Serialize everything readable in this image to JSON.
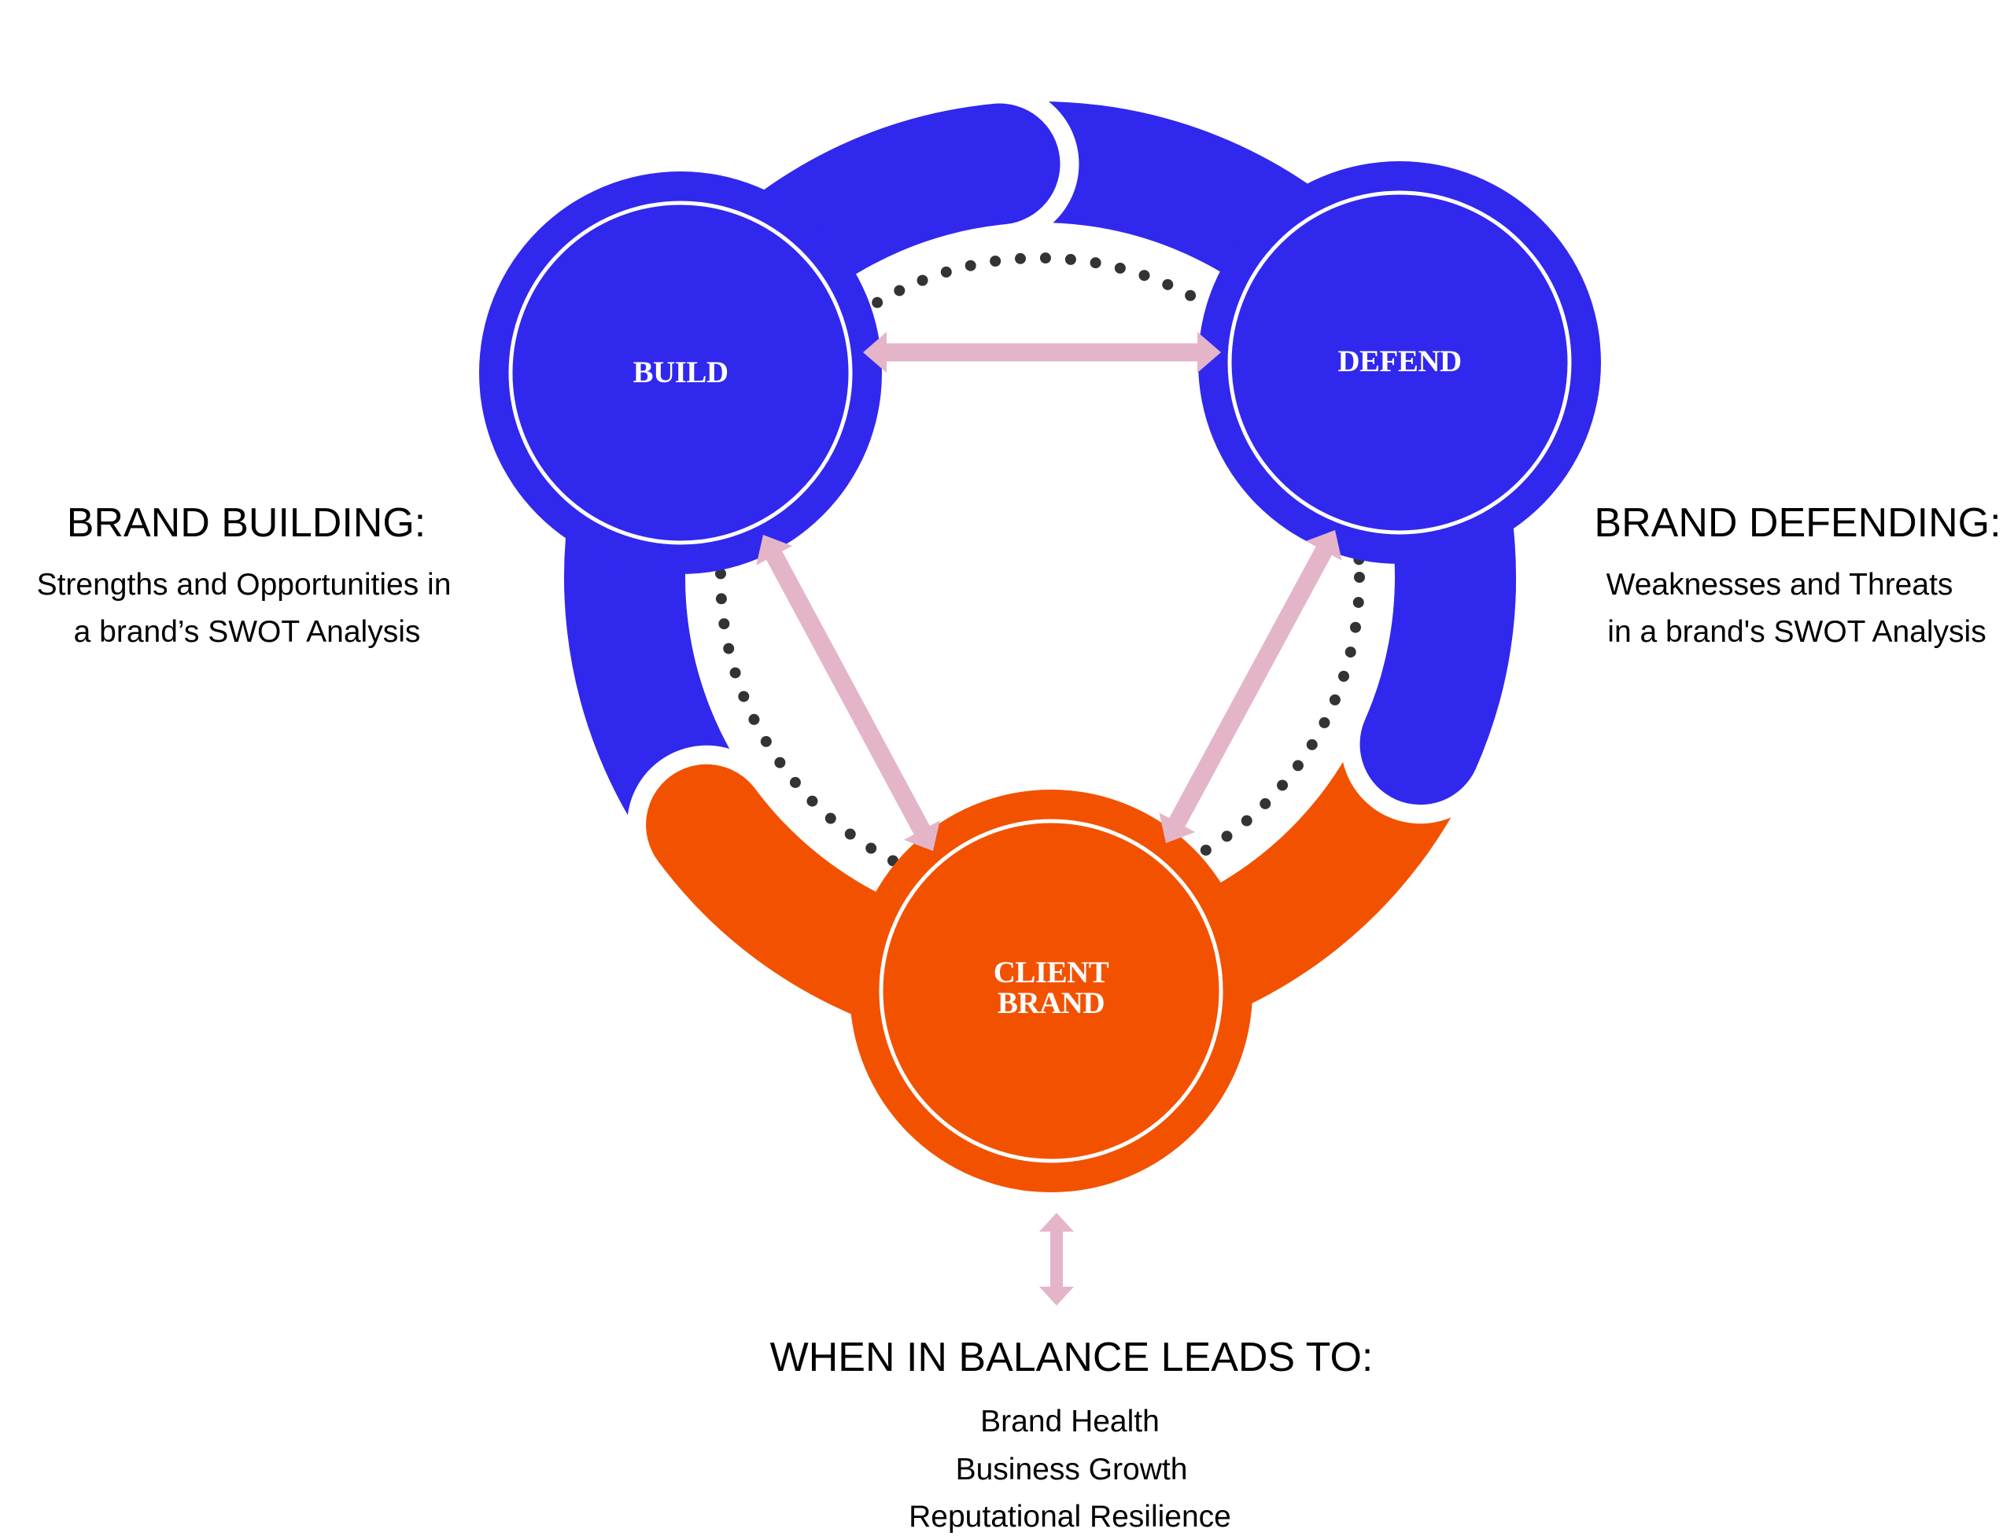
{
  "colors": {
    "build_blue": "#3128EE",
    "client_orange": "#F25200",
    "arrow_pink": "#E4B5C9",
    "dots": "#333333",
    "ring_white": "#FFFFFF",
    "text": "#000000"
  },
  "nodes": {
    "build": {
      "label": "BUILD"
    },
    "defend": {
      "label": "DEFEND"
    },
    "client": {
      "label_lines": [
        "CLIENT",
        "BRAND"
      ]
    }
  },
  "brand_building": {
    "heading": "BRAND BUILDING:",
    "lines": [
      "Strengths and Opportunities in",
      "a brand’s SWOT Analysis"
    ]
  },
  "brand_defending": {
    "heading": "BRAND DEFENDING:",
    "lines": [
      "Weaknesses and Threats",
      "in a brand's SWOT Analysis"
    ]
  },
  "outcome": {
    "heading": "WHEN IN BALANCE LEADS TO:",
    "items": [
      "Brand Health",
      "Business Growth",
      "Reputational Resilience"
    ]
  },
  "connections": [
    {
      "from": "build",
      "to": "defend",
      "style": "double-arrow"
    },
    {
      "from": "build",
      "to": "client",
      "style": "double-arrow"
    },
    {
      "from": "defend",
      "to": "client",
      "style": "double-arrow"
    },
    {
      "from": "client",
      "to": "outcome",
      "style": "double-arrow"
    }
  ]
}
